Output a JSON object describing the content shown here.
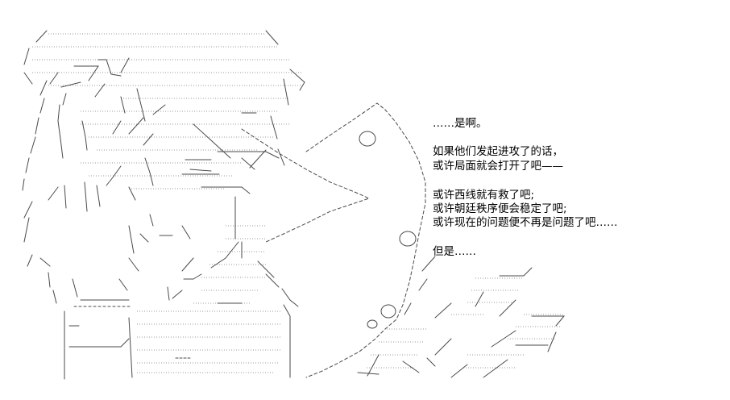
{
  "scene": {
    "background_color": "#ffffff",
    "ink_color": "#000000",
    "art_line_color": "#4a4a4a",
    "art_dot_color": "#9a9a9a",
    "dialogue": [
      "……是啊。",
      "如果他们发起进攻了的话，",
      "或许局面就会打开了吧——",
      "或许西线就有救了吧;",
      "或许朝廷秩序便会稳定了吧;",
      "或许现在的问题便不再是问题了吧……",
      "但是……"
    ]
  }
}
